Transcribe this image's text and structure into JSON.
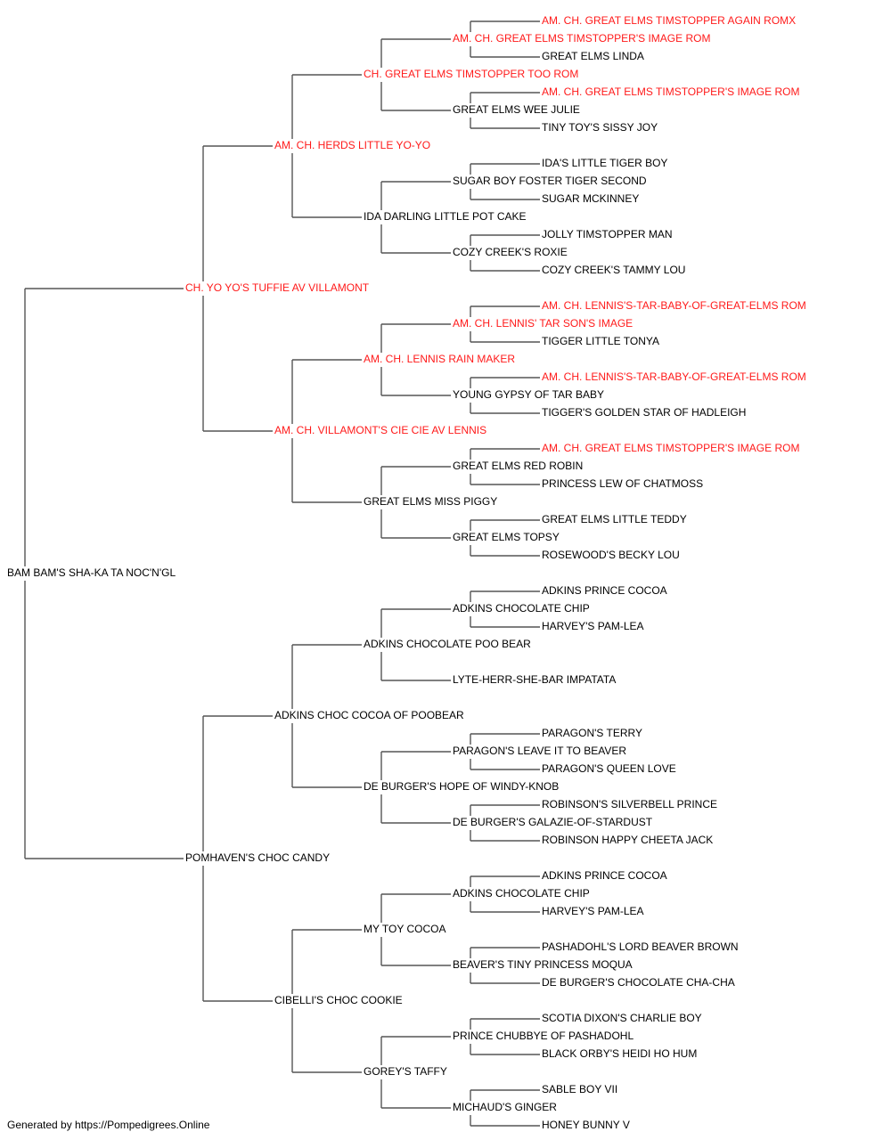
{
  "colors": {
    "champion": "#ff1a1a",
    "normal": "#000000",
    "line": "#555555"
  },
  "footer": "Generated by https://Pompedigrees.Online",
  "pedigree": {
    "name": "BAM BAM'S SHA-KA TA NOC'N'GL",
    "champion": false,
    "sire": {
      "name": "CH. YO YO'S TUFFIE AV VILLAMONT",
      "champion": true,
      "sire": {
        "name": "AM. CH. HERDS LITTLE YO-YO",
        "champion": true,
        "sire": {
          "name": "CH. GREAT ELMS TIMSTOPPER TOO ROM",
          "champion": true,
          "sire": {
            "name": "AM. CH. GREAT ELMS TIMSTOPPER'S IMAGE ROM",
            "champion": true,
            "sire": {
              "name": "AM. CH. GREAT ELMS TIMSTOPPER AGAIN ROMX",
              "champion": true
            },
            "dam": {
              "name": "GREAT ELMS LINDA",
              "champion": false
            }
          },
          "dam": {
            "name": "GREAT ELMS WEE JULIE",
            "champion": false,
            "sire": {
              "name": "AM. CH. GREAT ELMS TIMSTOPPER'S IMAGE ROM",
              "champion": true
            },
            "dam": {
              "name": "TINY TOY'S SISSY JOY",
              "champion": false
            }
          }
        },
        "dam": {
          "name": "IDA DARLING LITTLE POT CAKE",
          "champion": false,
          "sire": {
            "name": "SUGAR BOY FOSTER TIGER SECOND",
            "champion": false,
            "sire": {
              "name": "IDA'S LITTLE TIGER BOY",
              "champion": false
            },
            "dam": {
              "name": "SUGAR MCKINNEY",
              "champion": false
            }
          },
          "dam": {
            "name": "COZY CREEK'S ROXIE",
            "champion": false,
            "sire": {
              "name": "JOLLY TIMSTOPPER MAN",
              "champion": false
            },
            "dam": {
              "name": "COZY CREEK'S TAMMY LOU",
              "champion": false
            }
          }
        }
      },
      "dam": {
        "name": "AM. CH. VILLAMONT'S CIE CIE AV LENNIS",
        "champion": true,
        "sire": {
          "name": "AM. CH. LENNIS RAIN MAKER",
          "champion": true,
          "sire": {
            "name": "AM. CH. LENNIS' TAR SON'S IMAGE",
            "champion": true,
            "sire": {
              "name": "AM. CH. LENNIS'S-TAR-BABY-OF-GREAT-ELMS ROM",
              "champion": true
            },
            "dam": {
              "name": "TIGGER LITTLE TONYA",
              "champion": false
            }
          },
          "dam": {
            "name": "YOUNG GYPSY OF TAR BABY",
            "champion": false,
            "sire": {
              "name": "AM. CH. LENNIS'S-TAR-BABY-OF-GREAT-ELMS ROM",
              "champion": true
            },
            "dam": {
              "name": "TIGGER'S GOLDEN STAR OF HADLEIGH",
              "champion": false
            }
          }
        },
        "dam": {
          "name": "GREAT ELMS MISS PIGGY",
          "champion": false,
          "sire": {
            "name": "GREAT ELMS RED ROBIN",
            "champion": false,
            "sire": {
              "name": "AM. CH. GREAT ELMS TIMSTOPPER'S IMAGE ROM",
              "champion": true
            },
            "dam": {
              "name": "PRINCESS LEW OF CHATMOSS",
              "champion": false
            }
          },
          "dam": {
            "name": "GREAT ELMS TOPSY",
            "champion": false,
            "sire": {
              "name": "GREAT ELMS LITTLE TEDDY",
              "champion": false
            },
            "dam": {
              "name": "ROSEWOOD'S BECKY LOU",
              "champion": false
            }
          }
        }
      }
    },
    "dam": {
      "name": "POMHAVEN'S CHOC CANDY",
      "champion": false,
      "sire": {
        "name": "ADKINS CHOC COCOA OF POOBEAR",
        "champion": false,
        "sire": {
          "name": "ADKINS CHOCOLATE POO BEAR",
          "champion": false,
          "sire": {
            "name": "ADKINS CHOCOLATE CHIP",
            "champion": false,
            "sire": {
              "name": "ADKINS PRINCE COCOA",
              "champion": false
            },
            "dam": {
              "name": "HARVEY'S PAM-LEA",
              "champion": false
            }
          },
          "dam": {
            "name": "LYTE-HERR-SHE-BAR IMPATATA",
            "champion": false
          }
        },
        "dam": {
          "name": "DE BURGER'S HOPE OF WINDY-KNOB",
          "champion": false,
          "sire": {
            "name": "PARAGON'S LEAVE IT TO BEAVER",
            "champion": false,
            "sire": {
              "name": "PARAGON'S TERRY",
              "champion": false
            },
            "dam": {
              "name": "PARAGON'S QUEEN LOVE",
              "champion": false
            }
          },
          "dam": {
            "name": "DE BURGER'S GALAZIE-OF-STARDUST",
            "champion": false,
            "sire": {
              "name": "ROBINSON'S SILVERBELL PRINCE",
              "champion": false
            },
            "dam": {
              "name": "ROBINSON HAPPY CHEETA JACK",
              "champion": false
            }
          }
        }
      },
      "dam": {
        "name": "CIBELLI'S CHOC COOKIE",
        "champion": false,
        "sire": {
          "name": "MY TOY COCOA",
          "champion": false,
          "sire": {
            "name": "ADKINS CHOCOLATE CHIP",
            "champion": false,
            "sire": {
              "name": "ADKINS PRINCE COCOA",
              "champion": false
            },
            "dam": {
              "name": "HARVEY'S PAM-LEA",
              "champion": false
            }
          },
          "dam": {
            "name": "BEAVER'S TINY PRINCESS MOQUA",
            "champion": false,
            "sire": {
              "name": "PASHADOHL'S LORD BEAVER BROWN",
              "champion": false
            },
            "dam": {
              "name": "DE BURGER'S CHOCOLATE CHA-CHA",
              "champion": false
            }
          }
        },
        "dam": {
          "name": "GOREY'S TAFFY",
          "champion": false,
          "sire": {
            "name": "PRINCE CHUBBYE OF PASHADOHL",
            "champion": false,
            "sire": {
              "name": "SCOTIA DIXON'S CHARLIE BOY",
              "champion": false
            },
            "dam": {
              "name": "BLACK ORBY'S HEIDI HO HUM",
              "champion": false
            }
          },
          "dam": {
            "name": "MICHAUD'S GINGER",
            "champion": false,
            "sire": {
              "name": "SABLE BOY VII",
              "champion": false
            },
            "dam": {
              "name": "HONEY BUNNY V",
              "champion": false
            }
          }
        }
      }
    }
  }
}
